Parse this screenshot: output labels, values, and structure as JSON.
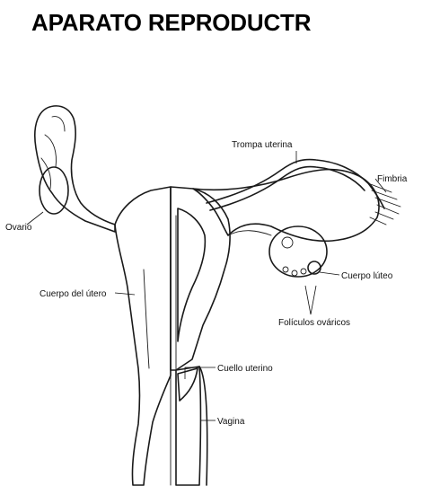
{
  "title": "APARATO REPRODUCTR",
  "labels": {
    "trompa": "Trompa uterina",
    "fimbria": "Fimbria",
    "ovario": "Ovario",
    "cuerpo_utero": "Cuerpo del útero",
    "cuerpo_luteo": "Cuerpo lúteo",
    "foliculos": "Folículos ováricos",
    "cuello": "Cuello uterino",
    "vagina": "Vagina"
  },
  "colors": {
    "ink": "#111111",
    "shade": "#bdbdbd",
    "paper": "#ffffff"
  }
}
